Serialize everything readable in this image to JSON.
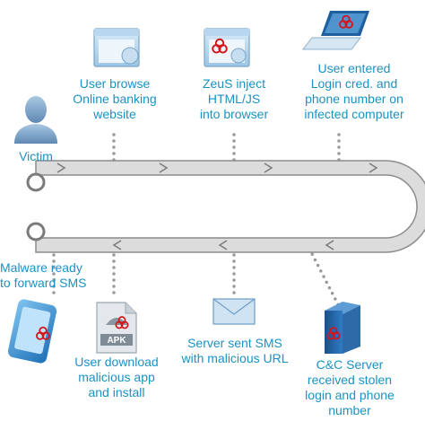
{
  "colors": {
    "label": "#1b92c3",
    "track_fill": "#dcdcdc",
    "track_stroke": "#8c8c8c",
    "dots": "#9a9a9a",
    "biohazard": "#d4141c"
  },
  "steps": [
    {
      "label": "User browse\nOnline banking\nwebsite",
      "icon": "browser-window-icon"
    },
    {
      "label": "ZeuS inject\nHTML/JS\ninto browser",
      "icon": "infected-browser-icon"
    },
    {
      "label": "User entered\nLogin cred. and\nphone number on\ninfected computer",
      "icon": "infected-laptop-icon"
    },
    {
      "label": "C&C Server\nreceived stolen\nlogin and phone\nnumber",
      "icon": "infected-server-icon"
    },
    {
      "label": "Server sent SMS\nwith malicious URL",
      "icon": "envelope-icon"
    },
    {
      "label": "User download\nmalicious app\nand install",
      "icon": "apk-package-icon"
    },
    {
      "label": "Malware ready\nto forward SMS",
      "icon": "infected-phone-icon"
    }
  ],
  "victim": {
    "label": "Victim",
    "icon": "user-avatar-icon"
  },
  "apk_text": "APK"
}
